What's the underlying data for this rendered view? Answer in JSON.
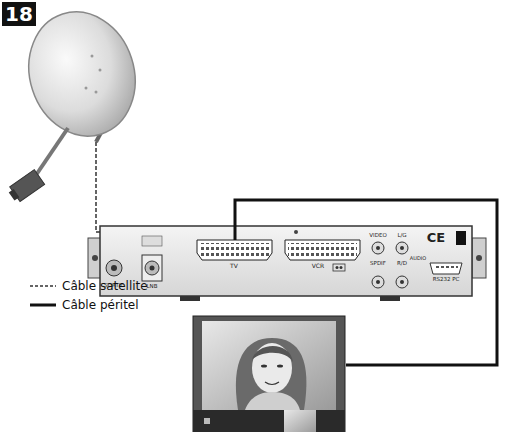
{
  "diagram": {
    "labels": [
      "18",
      "SORTIE",
      "LNB",
      "TV",
      "VCR",
      "VIDEO",
      "SPDIF",
      "L/G",
      "R/D",
      "AUDIO",
      "CE",
      "RS232 PC"
    ],
    "legend": [
      {
        "text": "Câble satellite"
      },
      {
        "text": "Câble péritel"
      }
    ]
  }
}
